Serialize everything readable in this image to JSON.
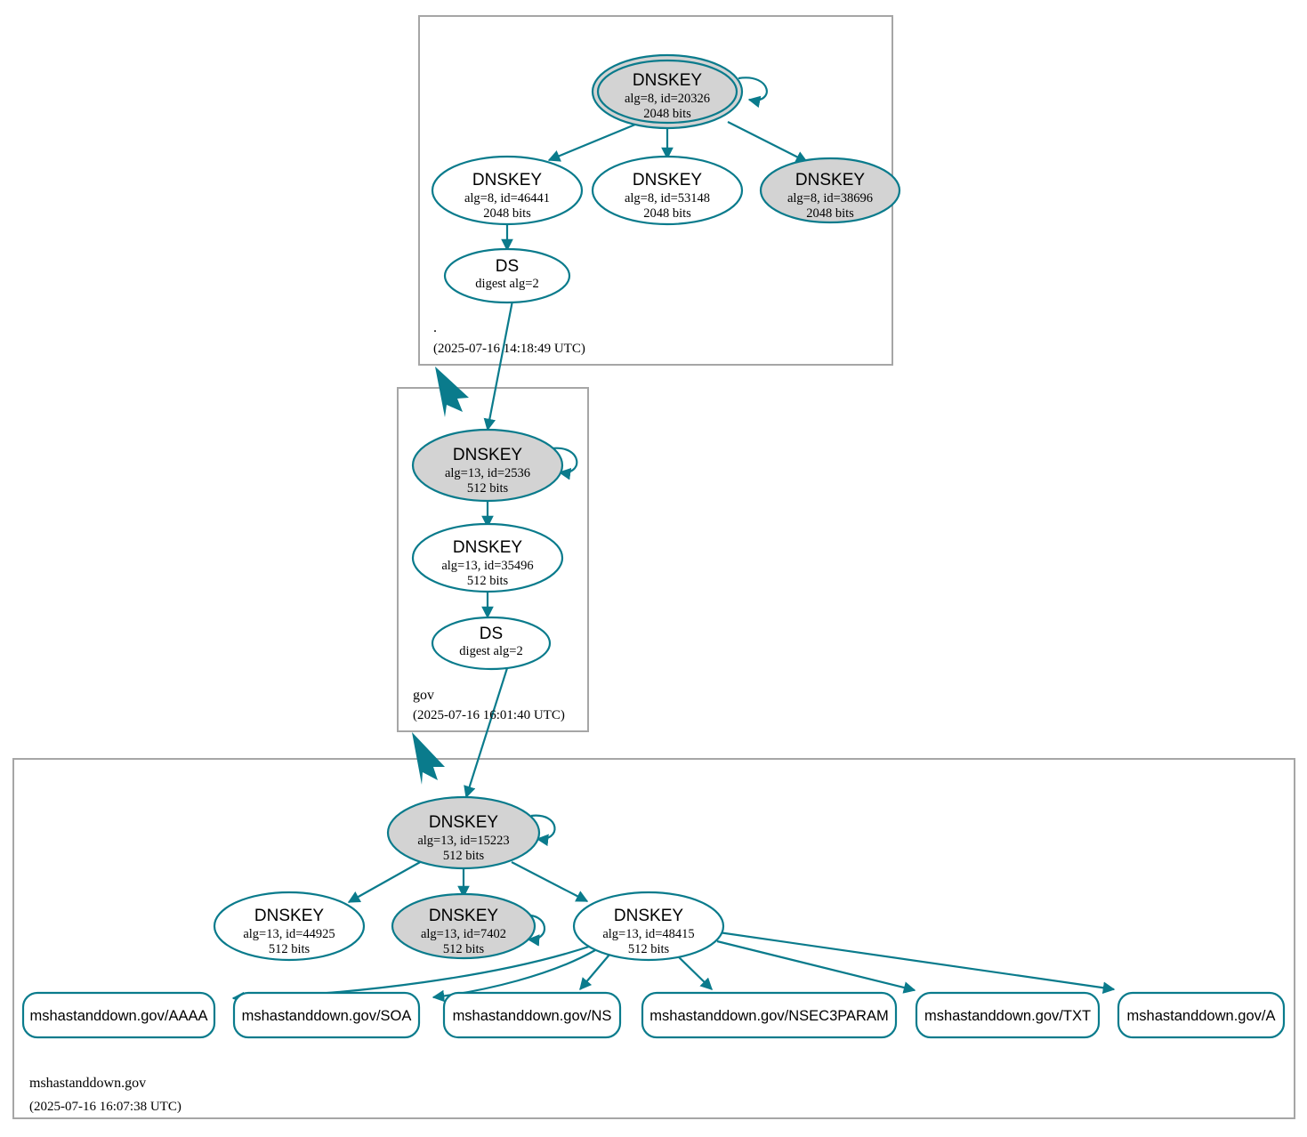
{
  "diagram": {
    "kind": "dnssec-authentication-chain",
    "colors": {
      "accent_teal": "#0a7b8c",
      "node_shaded_fill": "#d3d3d3",
      "node_plain_fill": "#ffffff",
      "zone_border": "#a6a6a6",
      "text": "#000000"
    }
  },
  "zones": [
    {
      "id": "root",
      "label": ".",
      "timestamp": "(2025-07-16 14:18:49 UTC)"
    },
    {
      "id": "gov",
      "label": "gov",
      "timestamp": "(2025-07-16 16:01:40 UTC)"
    },
    {
      "id": "mshastanddown",
      "label": "mshastanddown.gov",
      "timestamp": "(2025-07-16 16:07:38 UTC)"
    }
  ],
  "nodes": {
    "root_ksk_20326": {
      "type": "DNSKEY",
      "title": "DNSKEY",
      "params": "alg=8, id=20326",
      "size": "2048 bits",
      "shaded": true,
      "double_border": true
    },
    "root_zsk_46441": {
      "type": "DNSKEY",
      "title": "DNSKEY",
      "params": "alg=8, id=46441",
      "size": "2048 bits",
      "shaded": false,
      "double_border": false
    },
    "root_zsk_53148": {
      "type": "DNSKEY",
      "title": "DNSKEY",
      "params": "alg=8, id=53148",
      "size": "2048 bits",
      "shaded": false,
      "double_border": false
    },
    "root_zsk_38696": {
      "type": "DNSKEY",
      "title": "DNSKEY",
      "params": "alg=8, id=38696",
      "size": "2048 bits",
      "shaded": true,
      "double_border": false
    },
    "root_ds": {
      "type": "DS",
      "title": "DS",
      "params": "digest alg=2",
      "size": "",
      "shaded": false,
      "double_border": false
    },
    "gov_ksk_2536": {
      "type": "DNSKEY",
      "title": "DNSKEY",
      "params": "alg=13, id=2536",
      "size": "512 bits",
      "shaded": true,
      "double_border": false
    },
    "gov_zsk_35496": {
      "type": "DNSKEY",
      "title": "DNSKEY",
      "params": "alg=13, id=35496",
      "size": "512 bits",
      "shaded": false,
      "double_border": false
    },
    "gov_ds": {
      "type": "DS",
      "title": "DS",
      "params": "digest alg=2",
      "size": "",
      "shaded": false,
      "double_border": false
    },
    "msh_ksk_15223": {
      "type": "DNSKEY",
      "title": "DNSKEY",
      "params": "alg=13, id=15223",
      "size": "512 bits",
      "shaded": true,
      "double_border": false
    },
    "msh_zsk_44925": {
      "type": "DNSKEY",
      "title": "DNSKEY",
      "params": "alg=13, id=44925",
      "size": "512 bits",
      "shaded": false,
      "double_border": false
    },
    "msh_zsk_7402": {
      "type": "DNSKEY",
      "title": "DNSKEY",
      "params": "alg=13, id=7402",
      "size": "512 bits",
      "shaded": true,
      "double_border": false
    },
    "msh_zsk_48415": {
      "type": "DNSKEY",
      "title": "DNSKEY",
      "params": "alg=13, id=48415",
      "size": "512 bits",
      "shaded": false,
      "double_border": false
    }
  },
  "rrsets": [
    {
      "id": "rr_aaaa",
      "label": "mshastanddown.gov/AAAA"
    },
    {
      "id": "rr_soa",
      "label": "mshastanddown.gov/SOA"
    },
    {
      "id": "rr_ns",
      "label": "mshastanddown.gov/NS"
    },
    {
      "id": "rr_nsec3param",
      "label": "mshastanddown.gov/NSEC3PARAM"
    },
    {
      "id": "rr_txt",
      "label": "mshastanddown.gov/TXT"
    },
    {
      "id": "rr_a",
      "label": "mshastanddown.gov/A"
    }
  ]
}
